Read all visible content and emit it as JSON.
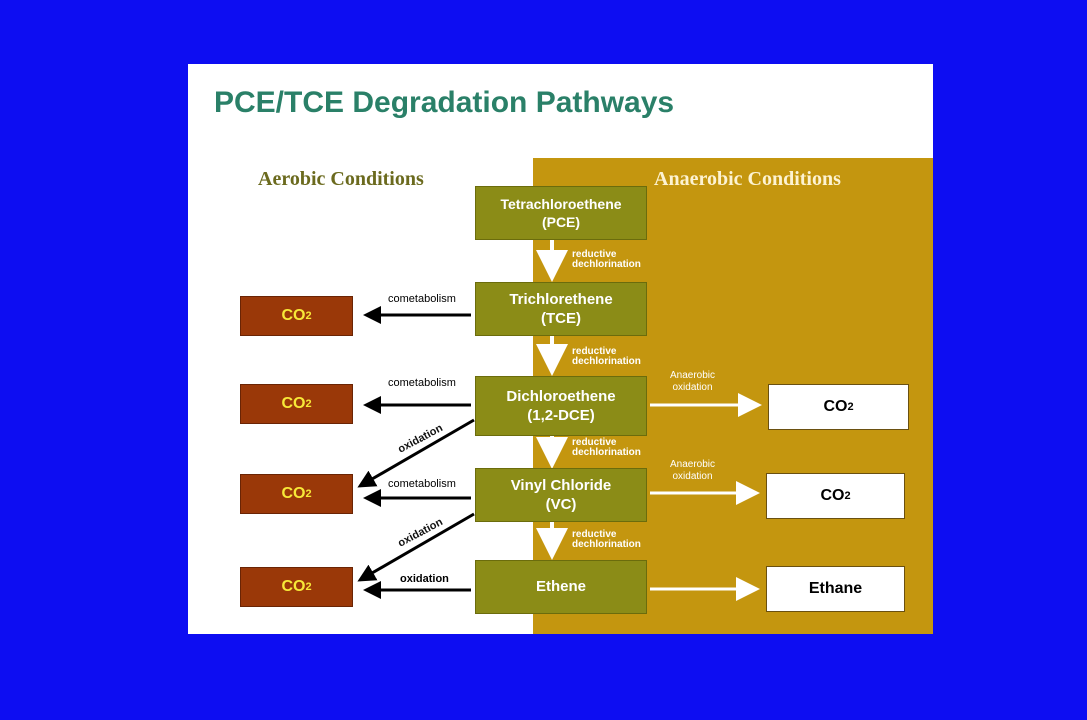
{
  "title": "PCE/TCE Degradation Pathways",
  "conditions": {
    "aerobic": "Aerobic Conditions",
    "anaerobic": "Anaerobic Conditions"
  },
  "chain": [
    {
      "line1": "Tetrachloroethene",
      "line2": "(PCE)"
    },
    {
      "line1": "Trichlorethene",
      "line2": "(TCE)"
    },
    {
      "line1": "Dichloroethene",
      "line2": "(1,2-DCE)"
    },
    {
      "line1": "Vinyl Chloride",
      "line2": "(VC)"
    },
    {
      "line1": "Ethene",
      "line2": ""
    }
  ],
  "step_labels": [
    {
      "line1": "reductive",
      "line2": "dechlorination"
    },
    {
      "line1": "reductive",
      "line2": "dechlorination"
    },
    {
      "line1": "reductive",
      "line2": "dechlorination"
    },
    {
      "line1": "reductive",
      "line2": "dechlorination"
    }
  ],
  "aerobic_products": {
    "co2_base": "CO",
    "co2_sub": "2",
    "labels": {
      "cometabolism_1": "cometabolism",
      "cometabolism_2": "cometabolism",
      "cometabolism_3": "cometabolism",
      "oxidation_diag_1": "oxidation",
      "oxidation_diag_2": "oxidation",
      "oxidation_straight": "oxidation"
    }
  },
  "anaerobic_products": {
    "co2_base": "CO",
    "co2_sub": "2",
    "ethane": "Ethane",
    "oxidation_1": {
      "line1": "Anaerobic",
      "line2": "oxidation"
    },
    "oxidation_2": {
      "line1": "Anaerobic",
      "line2": "oxidation"
    }
  },
  "colors": {
    "background": "#0d0df2",
    "title": "#2a8068",
    "anaerobic_panel": "#c4960f",
    "node": "#8b8c17",
    "co2_box": "#9a3808",
    "co2_text": "#f7e938"
  }
}
